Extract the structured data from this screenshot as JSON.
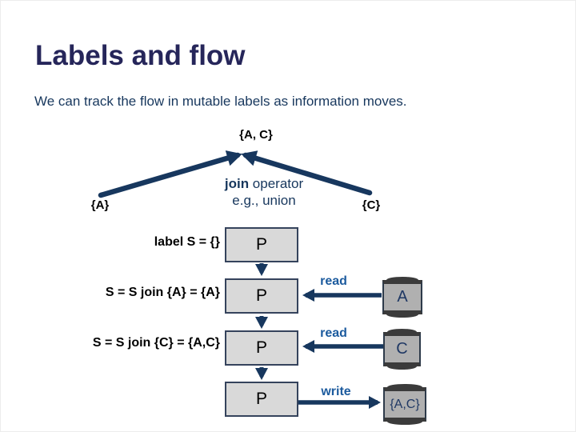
{
  "slide": {
    "title": "Labels and flow",
    "subtitle": "We can track the flow in mutable labels as information moves."
  },
  "diagram": {
    "join_result_label": "{A, C}",
    "join_word": "join",
    "join_rest": " operator",
    "join_example": "e.g., union",
    "left_input_label": "{A}",
    "right_input_label": "{C}",
    "rows": [
      {
        "annotation": "label S = {}",
        "process": "P"
      },
      {
        "annotation": "S = S join {A} = {A}",
        "process": "P",
        "edge_label": "read",
        "store": "A"
      },
      {
        "annotation": "S = S join {C} = {A,C}",
        "process": "P",
        "edge_label": "read",
        "store": "C"
      },
      {
        "process": "P",
        "edge_label": "write",
        "store": "{A,C}"
      }
    ]
  },
  "colors": {
    "bg": "#ffffff",
    "title": "#26265a",
    "subtitle": "#17375d",
    "arrow": "#17375e",
    "readwrite": "#1c5b9e",
    "box_fill": "#d9d9d9",
    "box_border": "#35435c",
    "cyl_fill": "#b0b0b0",
    "cyl_border": "#2d3a4a",
    "cyl_cap": "#3b3b3b",
    "store_text": "#1f3864",
    "black_text": "#000000"
  }
}
